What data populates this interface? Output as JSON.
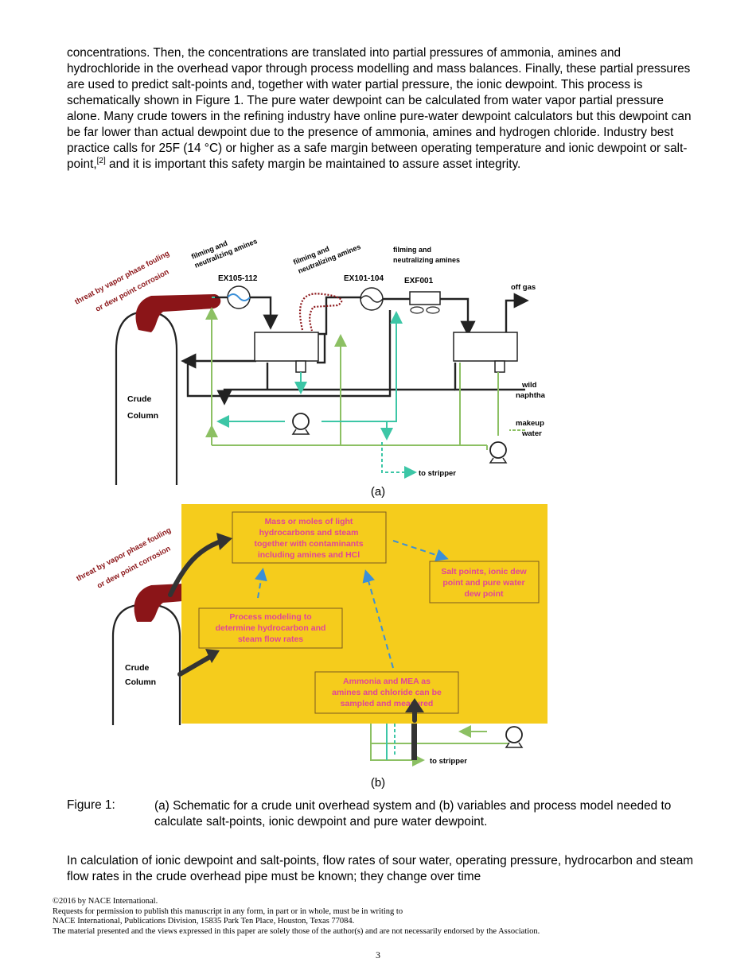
{
  "body": {
    "p1_a": "concentrations. Then, the concentrations are translated into partial pressures of ammonia, amines and hydrochloride in the overhead vapor through process modelling and mass balances. Finally, these partial pressures are used to predict salt-points and, together with water partial pressure, the ionic dewpoint. This process is schematically shown in Figure 1. The pure water dewpoint can be calculated from water vapor partial pressure alone. Many crude towers in the refining industry have online pure-water dewpoint calculators but this dewpoint can be far lower than actual dewpoint due to the presence of ammonia, amines and hydrogen chloride. Industry best practice calls for 25F (14 °C) or higher as a safe margin between operating temperature and ionic dewpoint or salt-point,",
    "p1_ref": "[2]",
    "p1_b": " and it is important this safety margin be maintained to assure asset integrity.",
    "p2": "In calculation of ionic dewpoint and salt-points, flow rates of sour water, operating pressure, hydrocarbon and steam flow rates in the crude overhead pipe must be known; they change over time"
  },
  "figure_a": {
    "threat_line1": "threat by vapor phase fouling",
    "threat_line2": "or dew point corrosion",
    "filming1_line1": "filming and",
    "filming1_line2": "neutralizing amines",
    "filming2_line1": "filming and",
    "filming2_line2": "neutralizing amines",
    "filming3_line1": "filming and",
    "filming3_line2": "neutralizing amines",
    "ex1": "EX105-112",
    "ex2": "EX101-104",
    "ex3": "EXF001",
    "offgas": "off gas",
    "wild1": "wild",
    "wild2": "naphtha",
    "makeup1": "makeup",
    "makeup2": "water",
    "crude1": "Crude",
    "crude2": "Column",
    "stripper": "to stripper",
    "label": "(a)"
  },
  "figure_b": {
    "threat_line1": "threat by vapor phase fouling",
    "threat_line2": "or dew point corrosion",
    "box1": [
      "Mass or moles of light",
      "hydrocarbons and steam",
      "together with contaminants",
      "including amines and HCl"
    ],
    "box2": [
      "Salt points, ionic dew",
      "point and pure water",
      "dew point"
    ],
    "box3": [
      "Process modeling to",
      "determine hydrocarbon and",
      "steam flow rates"
    ],
    "box4": [
      "Ammonia  and MEA as",
      "amines and chloride can be",
      "sampled and measured"
    ],
    "crude1": "Crude",
    "crude2": "Column",
    "stripper": "to stripper",
    "label": "(b)"
  },
  "caption": {
    "tag": "Figure 1:",
    "text": "(a) Schematic for a crude unit overhead system and (b) variables and process model needed to calculate salt-points, ionic dewpoint and pure water dewpoint."
  },
  "footer": {
    "line1": "©2016 by NACE International.",
    "line2": "Requests for permission to publish this manuscript in any form, in part or in whole, must be in writing to",
    "line3": "NACE International, Publications Division, 15835 Park Ten Place, Houston, Texas 77084.",
    "line4": "The material presented and the views expressed in this paper are solely those of the author(s) and are not necessarily endorsed by the Association.",
    "page": "3"
  },
  "colors": {
    "green": "#8cc063",
    "teal": "#3cc6a6",
    "darkred": "#8b1518",
    "yellow": "#f5cc1c",
    "pink": "#e0449a",
    "blue": "#3a8fd8"
  }
}
